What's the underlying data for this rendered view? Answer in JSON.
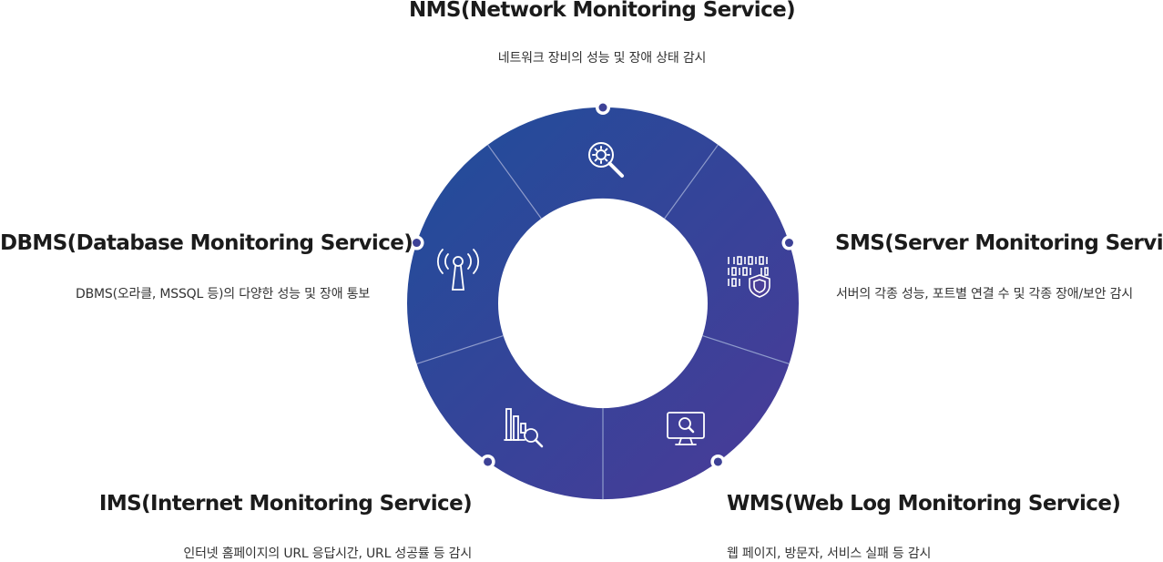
{
  "colors": {
    "ring_start": "#1f4e9a",
    "ring_end": "#4b3a98",
    "divider": "#8f9ccc",
    "dot": "#3d4196"
  },
  "services": [
    {
      "id": "nms",
      "title": "NMS(Network Monitoring Service)",
      "desc": "네트워크 장비의 성능 및 장애 상태 감시",
      "icon": "gear-search-icon"
    },
    {
      "id": "sms",
      "title": "SMS(Server Monitoring Service)",
      "desc": "서버의 각종 성능, 포트별 연결 수 및 각종 장애/보안 감시",
      "icon": "binary-shield-icon"
    },
    {
      "id": "wms",
      "title": "WMS(Web Log Monitoring Service)",
      "desc": "웹 페이지, 방문자, 서비스 실패 등 감시",
      "icon": "monitor-search-icon"
    },
    {
      "id": "ims",
      "title": "IMS(Internet Monitoring Service)",
      "desc": "인터넷 홈페이지의 URL 응답시간, URL 성공률 등 감시",
      "icon": "bar-chart-search-icon"
    },
    {
      "id": "dbms",
      "title": "DBMS(Database Monitoring Service)",
      "desc": "DBMS(오라클, MSSQL 등)의 다양한 성능 및 장애 통보",
      "icon": "antenna-icon"
    }
  ]
}
